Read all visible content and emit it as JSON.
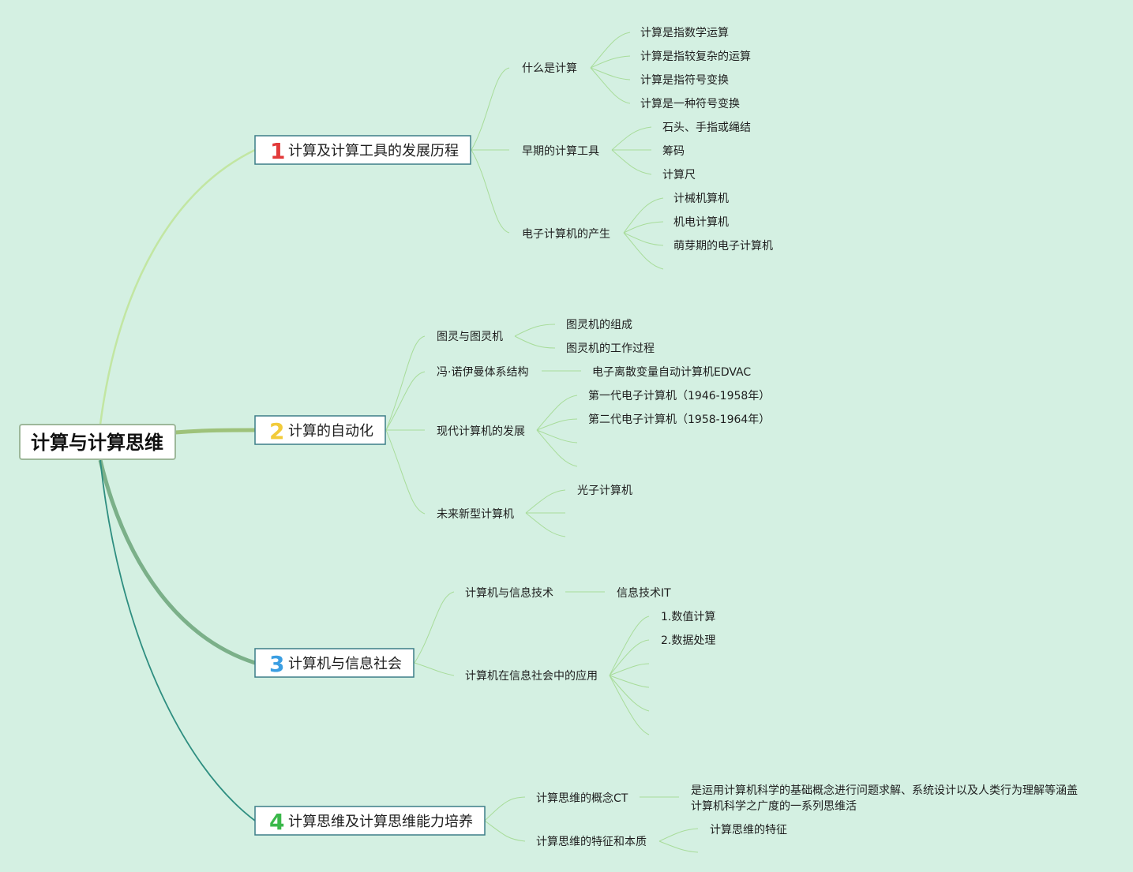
{
  "root": {
    "label": "计算与计算思维"
  },
  "colors": {
    "background": "#d4f0e2",
    "branch1": "#c2e6a2",
    "branch2": "#9ec27a",
    "branch3": "#7bb089",
    "branch4": "#2e8e80",
    "sublink": "#a8dc9a",
    "num1": "#e23a3a",
    "num2": "#f2cb3a",
    "num3": "#3a9ee2",
    "num4": "#3ab84a",
    "box_border": "#3c7d88"
  },
  "branches": [
    {
      "num": "1",
      "label": "计算及计算工具的发展历程",
      "children": [
        {
          "label": "什么是计算",
          "children": [
            "计算是指数学运算",
            "计算是指较复杂的运算",
            "计算是指符号变换",
            "计算是一种符号变换"
          ]
        },
        {
          "label": "早期的计算工具",
          "children": [
            "石头、手指或绳结",
            "筹码",
            "计算尺"
          ]
        },
        {
          "label": "电子计算机的产生",
          "children": [
            "计械机算机",
            "机电计算机",
            "萌芽期的电子计算机",
            ""
          ]
        }
      ]
    },
    {
      "num": "2",
      "label": "计算的自动化",
      "children": [
        {
          "label": "图灵与图灵机",
          "children": [
            "图灵机的组成",
            "图灵机的工作过程"
          ]
        },
        {
          "label": "冯·诺伊曼体系结构",
          "children": [
            "电子离散变量自动计算机EDVAC"
          ]
        },
        {
          "label": "现代计算机的发展",
          "children": [
            "第一代电子计算机（1946-1958年）",
            "第二代电子计算机（1958-1964年）",
            "",
            ""
          ]
        },
        {
          "label": "未来新型计算机",
          "children": [
            "光子计算机",
            "",
            ""
          ]
        }
      ]
    },
    {
      "num": "3",
      "label": "计算机与信息社会",
      "children": [
        {
          "label": "计算机与信息技术",
          "children": [
            "信息技术IT"
          ]
        },
        {
          "label": "计算机在信息社会中的应用",
          "children": [
            "1.数值计算",
            "2.数据处理",
            "",
            "",
            "",
            ""
          ]
        }
      ]
    },
    {
      "num": "4",
      "label": "计算思维及计算思维能力培养",
      "children": [
        {
          "label": "计算思维的概念CT",
          "children": [
            "是运用计算机科学的基础概念进行问题求解、系统设计以及人类行为理解等涵盖计算机科学之广度的一系列思维活"
          ]
        },
        {
          "label": "计算思维的特征和本质",
          "children": [
            "计算思维的特征",
            ""
          ]
        }
      ]
    }
  ]
}
